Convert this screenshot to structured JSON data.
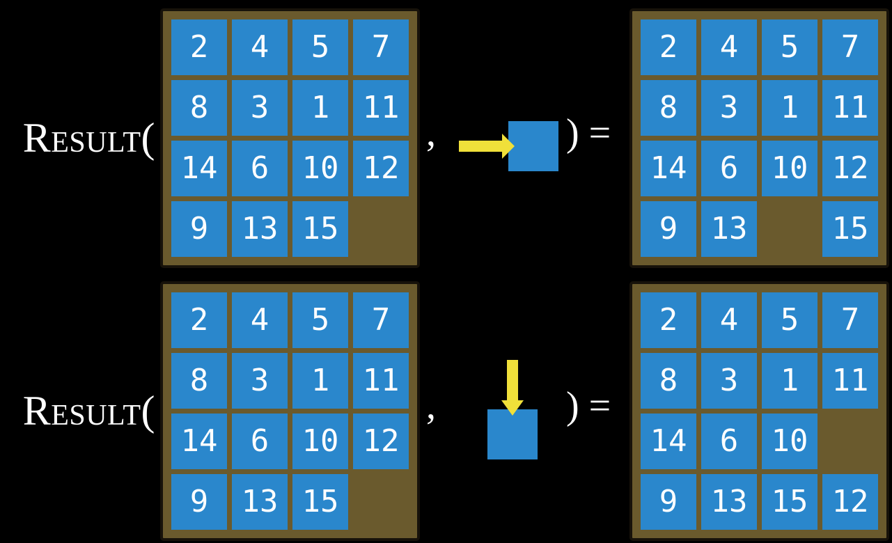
{
  "colors": {
    "background": "#000000",
    "tile-blue": "#2a87cc",
    "frame-brown": "#6a5a2d",
    "frame-border": "#17120a",
    "arrow-yellow": "#f0e03a",
    "text-white": "#ffffff"
  },
  "figure": {
    "rows": [
      {
        "function_label": "Result(",
        "comma": ",",
        "close_label": ") =",
        "move_direction": "right",
        "initial_board": {
          "cells": [
            "2",
            "4",
            "5",
            "7",
            "8",
            "3",
            "1",
            "11",
            "14",
            "6",
            "10",
            "12",
            "9",
            "13",
            "15",
            null
          ]
        },
        "result_board": {
          "cells": [
            "2",
            "4",
            "5",
            "7",
            "8",
            "3",
            "1",
            "11",
            "14",
            "6",
            "10",
            "12",
            "9",
            "13",
            null,
            "15"
          ]
        }
      },
      {
        "function_label": "Result(",
        "comma": ",",
        "close_label": ") =",
        "move_direction": "down",
        "initial_board": {
          "cells": [
            "2",
            "4",
            "5",
            "7",
            "8",
            "3",
            "1",
            "11",
            "14",
            "6",
            "10",
            "12",
            "9",
            "13",
            "15",
            null
          ]
        },
        "result_board": {
          "cells": [
            "2",
            "4",
            "5",
            "7",
            "8",
            "3",
            "1",
            "11",
            "14",
            "6",
            "10",
            null,
            "9",
            "13",
            "15",
            "12"
          ]
        }
      }
    ]
  }
}
